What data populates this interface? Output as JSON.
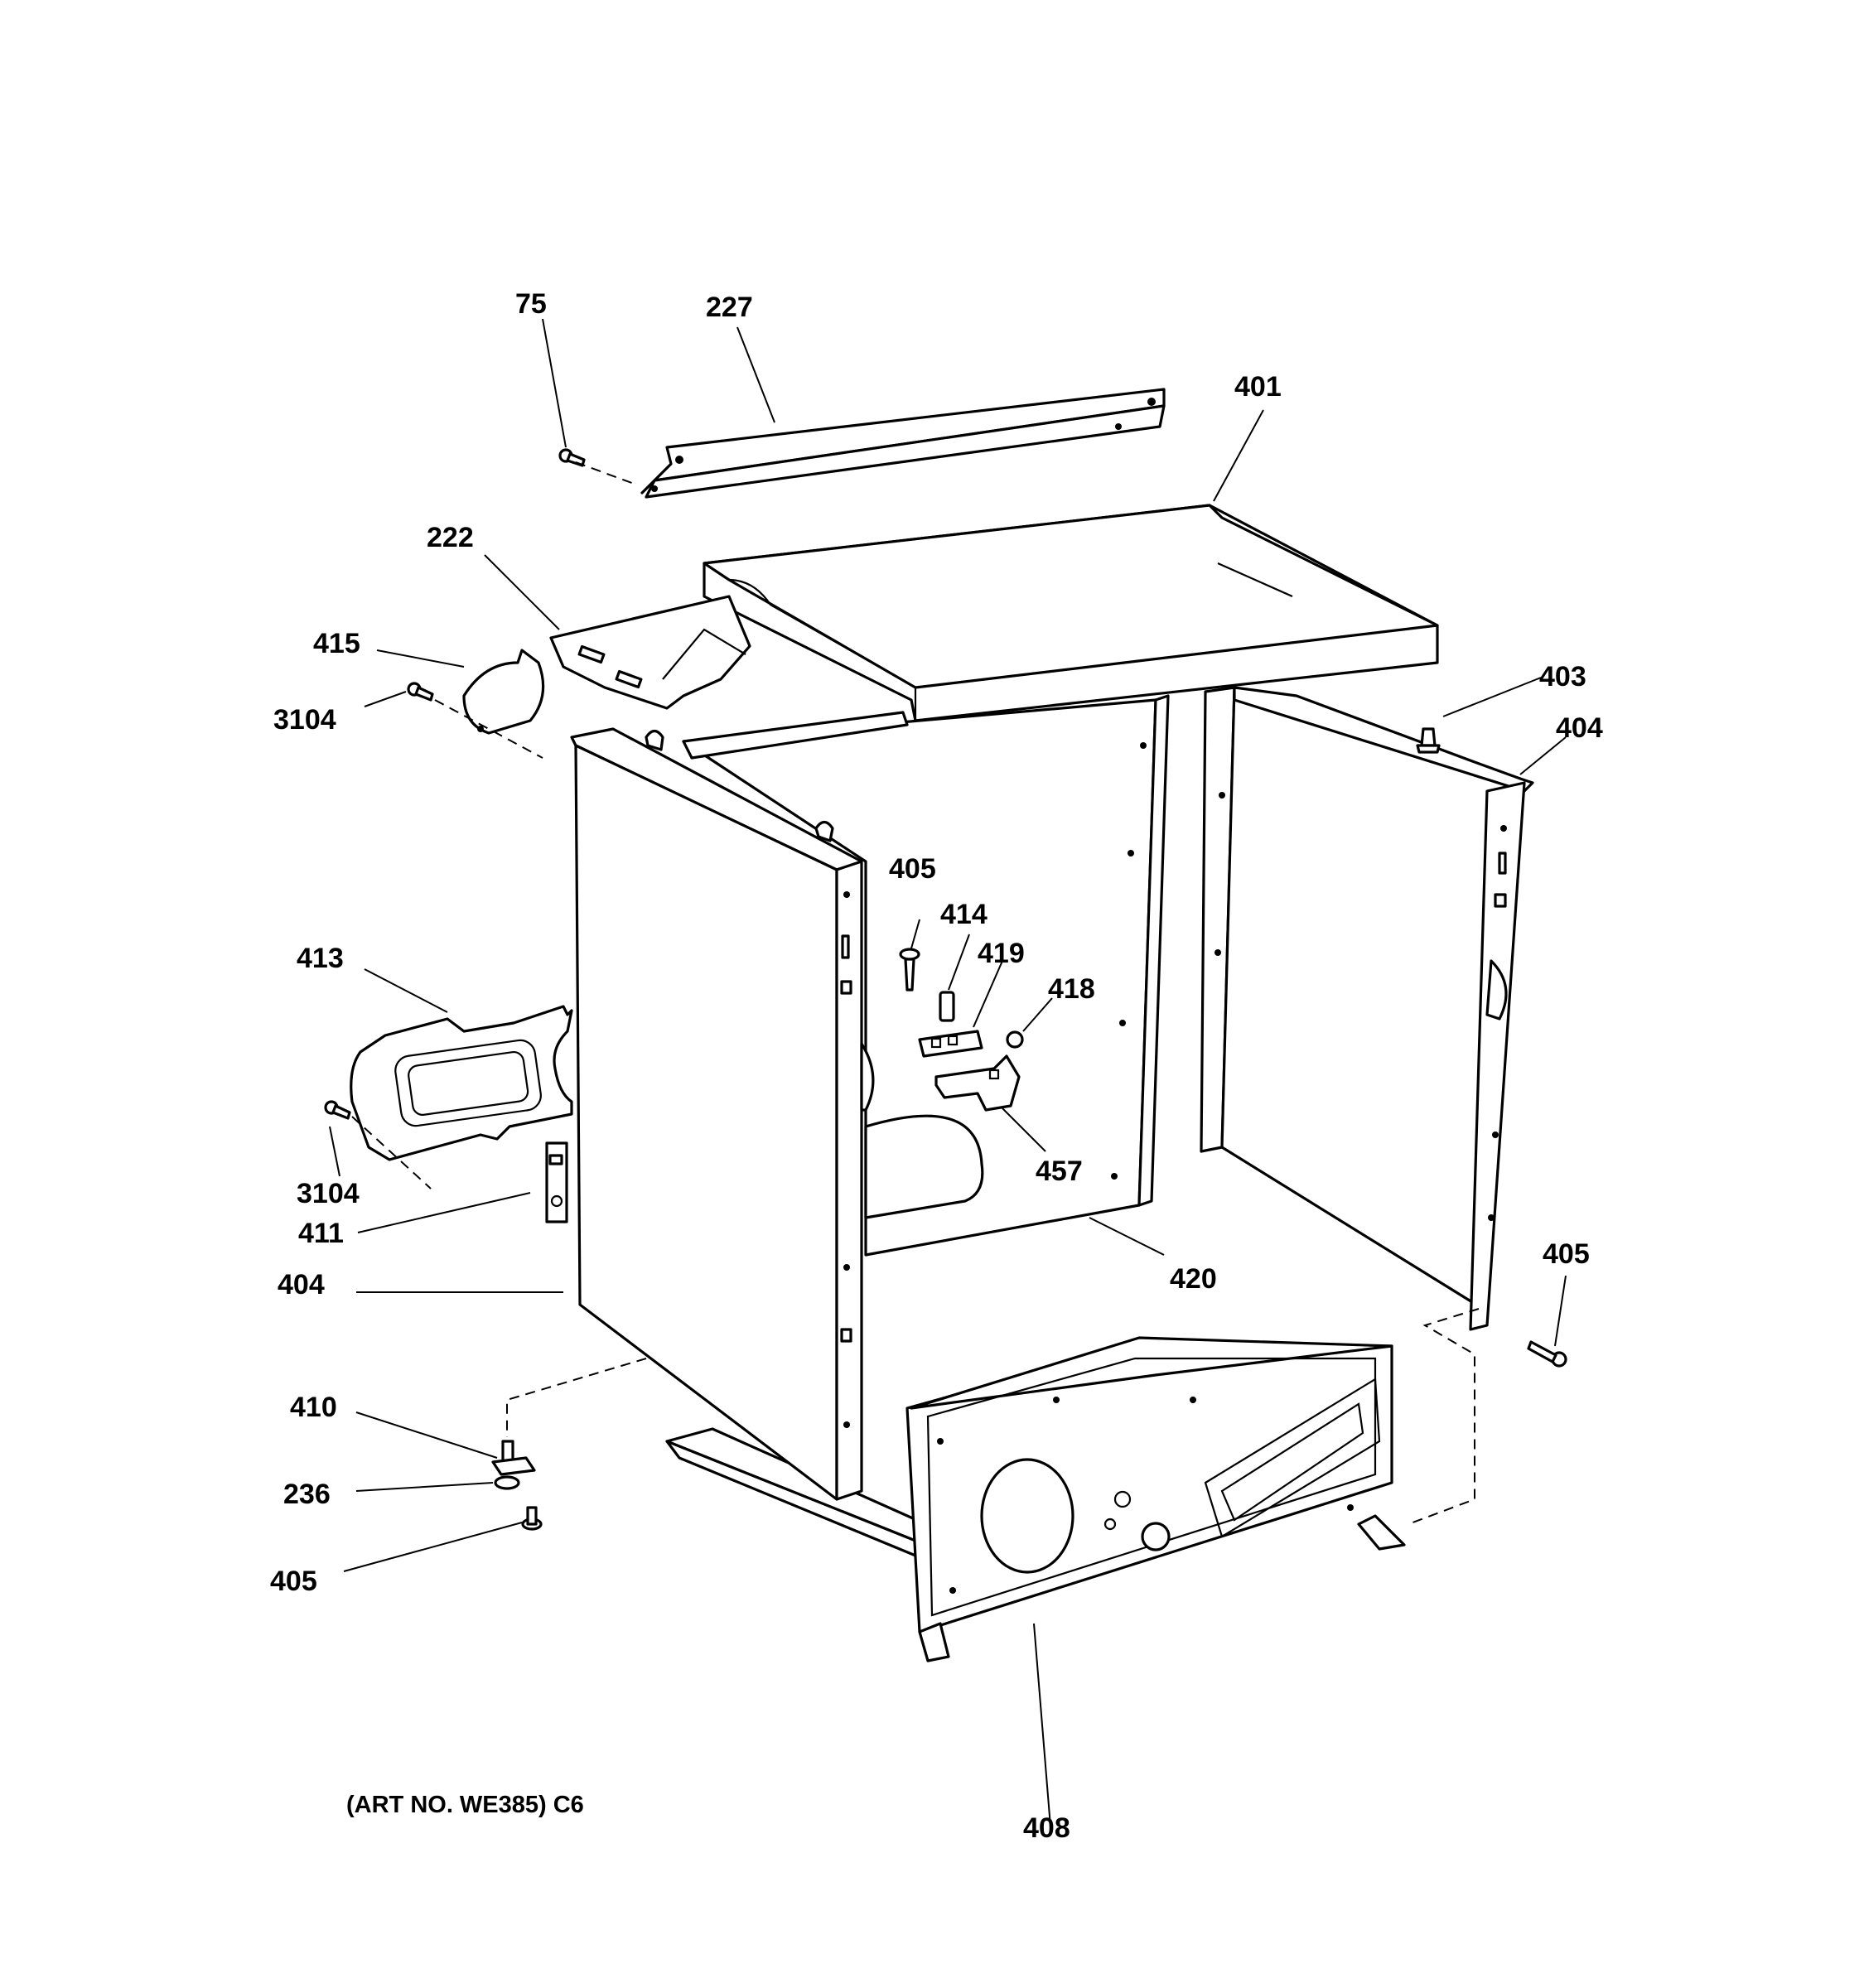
{
  "callouts": {
    "c75": "75",
    "c227": "227",
    "c401": "401",
    "c222": "222",
    "c415": "415",
    "c3104_top": "3104",
    "c403": "403",
    "c404_right": "404",
    "c405_mid": "405",
    "c414": "414",
    "c419": "419",
    "c418": "418",
    "c413": "413",
    "c3104_bottom": "3104",
    "c411": "411",
    "c457": "457",
    "c404_left": "404",
    "c420": "420",
    "c405_right": "405",
    "c410": "410",
    "c236": "236",
    "c405_bottom": "405",
    "c408": "408"
  },
  "art_number": "(ART NO. WE385) C6"
}
